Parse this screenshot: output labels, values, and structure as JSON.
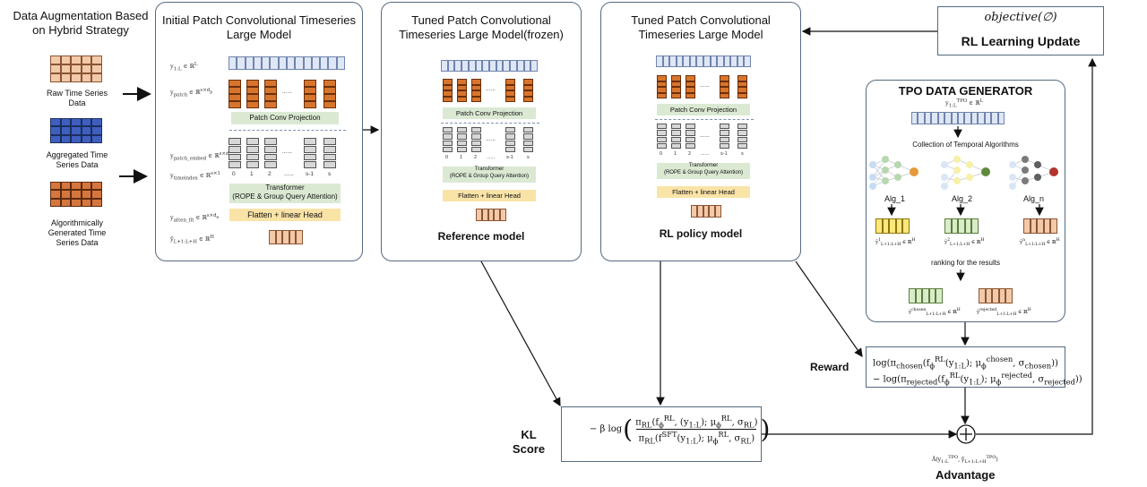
{
  "left": {
    "heading": "Data Augmentation Based on Hybrid Strategy",
    "items": [
      {
        "label": "Raw Time Series Data",
        "color": "#f2c9a9"
      },
      {
        "label": "Aggregated Time Series Data",
        "color": "#3f5fbf"
      },
      {
        "label": "Algorithmically Generated Time Series Data",
        "color": "#d4773f"
      }
    ]
  },
  "panel1": {
    "title": "Initial Patch Convolutional Timeseries Large Model",
    "patch_conv": "Patch Conv Projection",
    "transformer": "Transformer\n(ROPE  & Group Query Attention)",
    "flatten": "Flatten + linear Head",
    "indices": [
      "0",
      "1",
      "2",
      "......",
      "s-1",
      "s"
    ]
  },
  "panel2": {
    "title": "Tuned Patch Convolutional Timeseries Large Model(frozen)",
    "patch_conv": "Patch Conv Projection",
    "transformer": "Transformer\n(ROPE  & Group Query Attention)",
    "flatten": "Flatten + linear Head",
    "caption": "Reference model",
    "indices": [
      "0",
      "1",
      "2",
      "......",
      "s-1",
      "s"
    ]
  },
  "panel3": {
    "title": "Tuned Patch Convolutional Timeseries Large Model",
    "patch_conv": "Patch Conv Projection",
    "transformer": "Transformer\n(ROPE  & Group Query Attention)",
    "flatten": "Flatten + linear Head",
    "caption": "RL policy model",
    "indices": [
      "0",
      "1",
      "2",
      "......",
      "s-1",
      "s"
    ]
  },
  "update_box": {
    "objective": "objective(∅)",
    "label": "RL Learning Update"
  },
  "tpo": {
    "title": "TPO DATA GENERATOR",
    "collection": "Collection of Temporal Algorithms",
    "algs": [
      "Alg_1",
      "Alg_2",
      "Alg_n"
    ],
    "ranking": "ranking for the results"
  },
  "reward": {
    "label": "Reward",
    "line1": "log(π_chosen(f_ϕ^RL(y_1:L); μ_ϕ^chosen, σ_chosen))",
    "line2": "− log(π_rejected(f_ϕ^RL(y_1:L); μ_ϕ^rejected, σ_rejected))"
  },
  "kl": {
    "label": "KL\nScore",
    "formula_num": "π_RL(f_ϕ^RL, (y_1:L); μ_ϕ^RL, σ_RL)",
    "formula_den": "π_RL(f^SFT(y_1:L); μ_ϕ^RL, σ_RL)"
  },
  "advantage": {
    "label": "Advantage"
  },
  "colors": {
    "line": "#556a80",
    "orange": "#d8752d",
    "peach": "#f2c9a9",
    "royal": "#3f5fbf",
    "green_band": "#dbe9d3",
    "yellow_band": "#fae3a7"
  }
}
